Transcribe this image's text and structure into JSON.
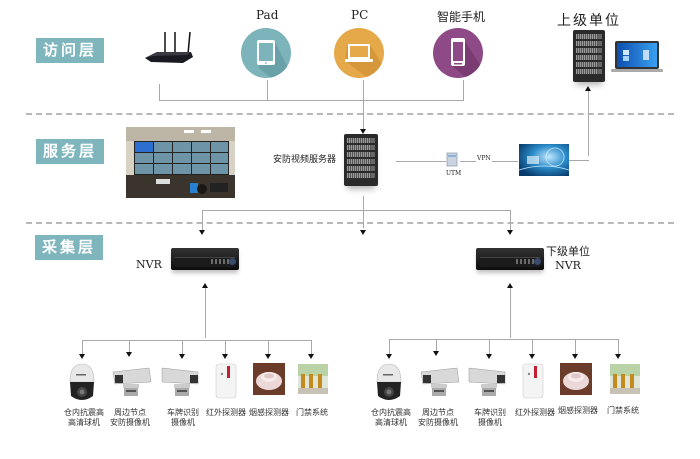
{
  "layers": {
    "access": "访问层",
    "service": "服务层",
    "acquisition": "采集层"
  },
  "access_layer": {
    "devices": [
      {
        "label": "",
        "icon": "wifi-router-icon"
      },
      {
        "label": "Pad",
        "icon": "tablet-icon",
        "color": "#7db3bb"
      },
      {
        "label": "PC",
        "icon": "laptop-icon",
        "color": "#e6a94a"
      },
      {
        "label": "智能手机",
        "icon": "smartphone-icon",
        "color": "#8e4a86"
      }
    ],
    "superior_unit": {
      "label": "上级单位",
      "icons": [
        "server-rack-icon",
        "laptop-icon"
      ]
    }
  },
  "service_layer": {
    "monitoring_wall": {
      "icon": "video-wall-icon"
    },
    "server": {
      "label": "安防视频服务器",
      "icon": "server-rack-icon"
    },
    "utm": {
      "label": "UTM",
      "icon": "firewall-icon"
    },
    "vpn": {
      "label": "VPN"
    },
    "network": {
      "icon": "network-globe-icon"
    }
  },
  "acquisition_layer": {
    "groups": [
      {
        "nvr_label": "NVR",
        "devices": [
          {
            "label": "仓内抗震高\n高清球机",
            "icon": "dome-camera-icon"
          },
          {
            "label": "周边节点\n安防摄像机",
            "icon": "bullet-camera-icon"
          },
          {
            "label": "车牌识别\n摄像机",
            "icon": "plate-camera-icon"
          },
          {
            "label": "红外探测器",
            "icon": "infrared-detector-icon"
          },
          {
            "label": "烟感探测器",
            "icon": "smoke-detector-icon"
          },
          {
            "label": "门禁系统",
            "icon": "access-gate-icon"
          }
        ]
      },
      {
        "nvr_label": "下级单位\nNVR",
        "devices": [
          {
            "label": "仓内抗震高\n高清球机",
            "icon": "dome-camera-icon"
          },
          {
            "label": "周边节点\n安防摄像机",
            "icon": "bullet-camera-icon"
          },
          {
            "label": "车牌识别\n摄像机",
            "icon": "plate-camera-icon"
          },
          {
            "label": "红外探测器",
            "icon": "infrared-detector-icon"
          },
          {
            "label": "烟感探测器",
            "icon": "smoke-detector-icon"
          },
          {
            "label": "门禁系统",
            "icon": "access-gate-icon"
          }
        ]
      }
    ]
  },
  "colors": {
    "layer_label_bg": "#7fb5bd",
    "pad": "#7db3bb",
    "pc": "#e6a94a",
    "phone": "#8e4a86",
    "line": "#a9a9a9",
    "dash": "#b8b8b8"
  }
}
